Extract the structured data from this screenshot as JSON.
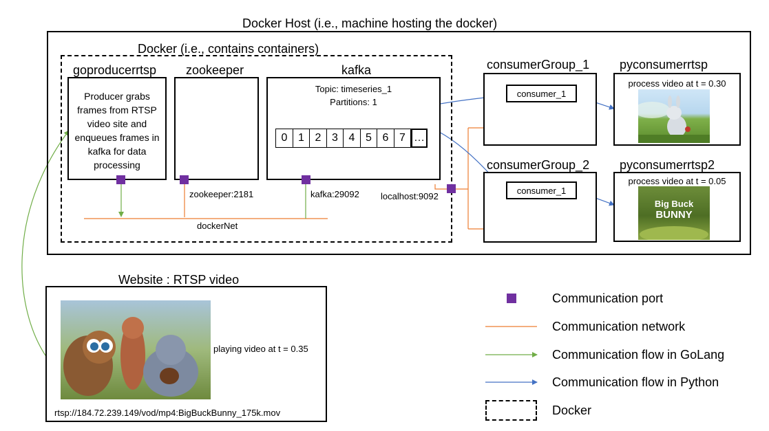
{
  "docker_host": {
    "title": "Docker Host (i.e., machine hosting the docker)"
  },
  "docker": {
    "title": "Docker (i.e., contains containers)"
  },
  "goproducer": {
    "title": "goproducerrtsp",
    "description": "Producer grabs frames from RTSP video site and enqueues frames in kafka for data processing"
  },
  "zookeeper": {
    "title": "zookeeper",
    "port_label": "zookeeper:2181"
  },
  "kafka": {
    "title": "kafka",
    "topic": "Topic: timeseries_1",
    "partitions": "Partitions: 1",
    "cells": [
      "0",
      "1",
      "2",
      "3",
      "4",
      "5",
      "6",
      "7",
      "…"
    ],
    "port_label": "kafka:29092"
  },
  "docker_net": {
    "label": "dockerNet"
  },
  "localhost": {
    "label": "localhost:9092"
  },
  "consumer_groups": [
    {
      "title": "consumerGroup_1",
      "consumer": "consumer_1"
    },
    {
      "title": "consumerGroup_2",
      "consumer": "consumer_1"
    }
  ],
  "pyconsumers": [
    {
      "title": "pyconsumerrtsp",
      "status": "process video at t = 0.30"
    },
    {
      "title": "pyconsumerrtsp2",
      "status": "process video at t = 0.05",
      "image_text": "Big Buck BUNNY"
    }
  ],
  "website": {
    "title": "Website : RTSP video",
    "status": "playing video at t = 0.35",
    "url": "rtsp://184.72.239.149/vod/mp4:BigBuckBunny_175k.mov"
  },
  "legend": {
    "items": [
      {
        "label": "Communication port",
        "kind": "port"
      },
      {
        "label": "Communication network",
        "kind": "network"
      },
      {
        "label": "Communication flow in GoLang",
        "kind": "golang"
      },
      {
        "label": "Communication flow in Python",
        "kind": "python"
      },
      {
        "label": "Docker",
        "kind": "docker"
      }
    ]
  },
  "colors": {
    "port": "#7030a0",
    "network": "#ed7d31",
    "golang": "#70ad47",
    "python": "#4472c4"
  }
}
